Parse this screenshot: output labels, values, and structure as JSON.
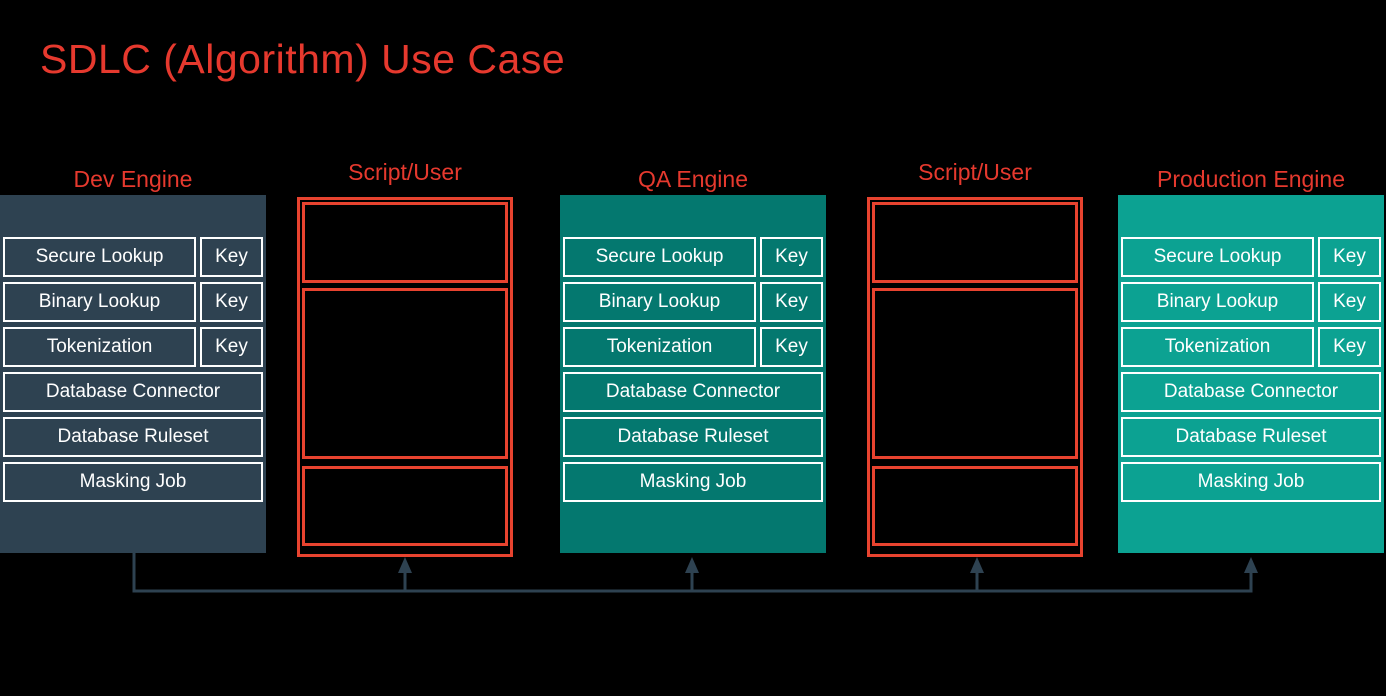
{
  "title": "SDLC (Algorithm) Use Case",
  "colors": {
    "page_bg": "#000000",
    "title_red": "#e6392e",
    "outline_red": "#e8432f",
    "dev_engine_bg": "#2e4251",
    "qa_engine_bg": "#04786f",
    "production_engine_bg": "#0ca292",
    "cell_border": "#ffffff",
    "cell_text": "#ffffff",
    "connector": "#2e4251"
  },
  "columns": [
    {
      "label": "Dev Engine",
      "type": "engine"
    },
    {
      "label": "Script/User",
      "type": "script"
    },
    {
      "label": "QA Engine",
      "type": "engine"
    },
    {
      "label": "Script/User",
      "type": "script"
    },
    {
      "label": "Production Engine",
      "type": "engine"
    }
  ],
  "engine_rows": {
    "keyed": [
      {
        "label": "Secure Lookup",
        "key": "Key"
      },
      {
        "label": "Binary Lookup",
        "key": "Key"
      },
      {
        "label": "Tokenization",
        "key": "Key"
      }
    ],
    "full": [
      "Database Connector",
      "Database Ruleset",
      "Masking Job"
    ]
  }
}
